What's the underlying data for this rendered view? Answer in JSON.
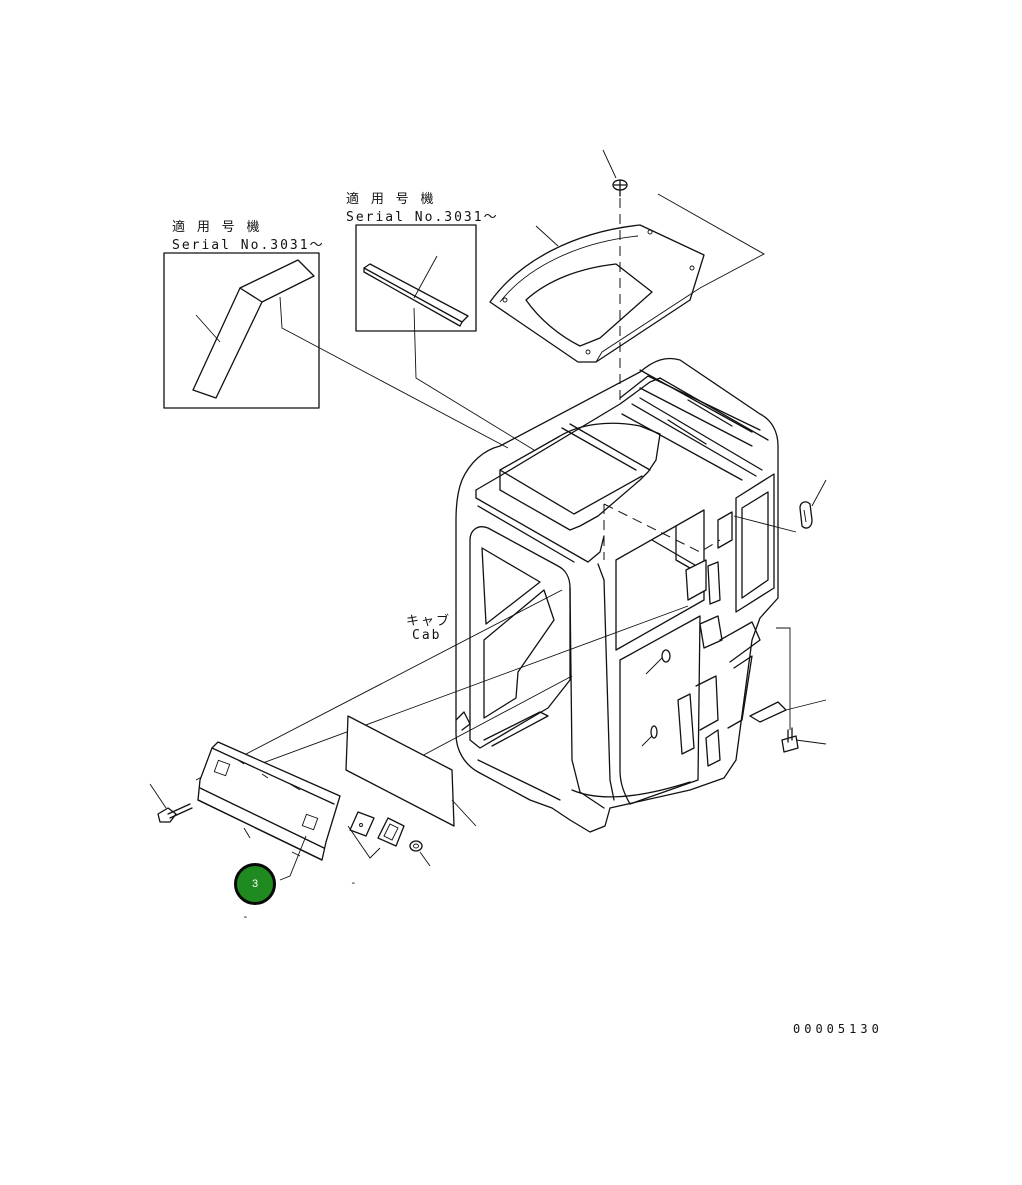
{
  "insets": [
    {
      "line1": "適 用 号 機",
      "line2": "Serial No.3031～"
    },
    {
      "line1": "適 用 号 機",
      "line2": "Serial No.3031～"
    }
  ],
  "cab_label": {
    "jp": "キャブ",
    "en": "Cab"
  },
  "callout": {
    "number": "3",
    "fill": "#1f8a1f"
  },
  "drawing_number": "00005130",
  "dash_marks": [
    "-",
    "-"
  ]
}
